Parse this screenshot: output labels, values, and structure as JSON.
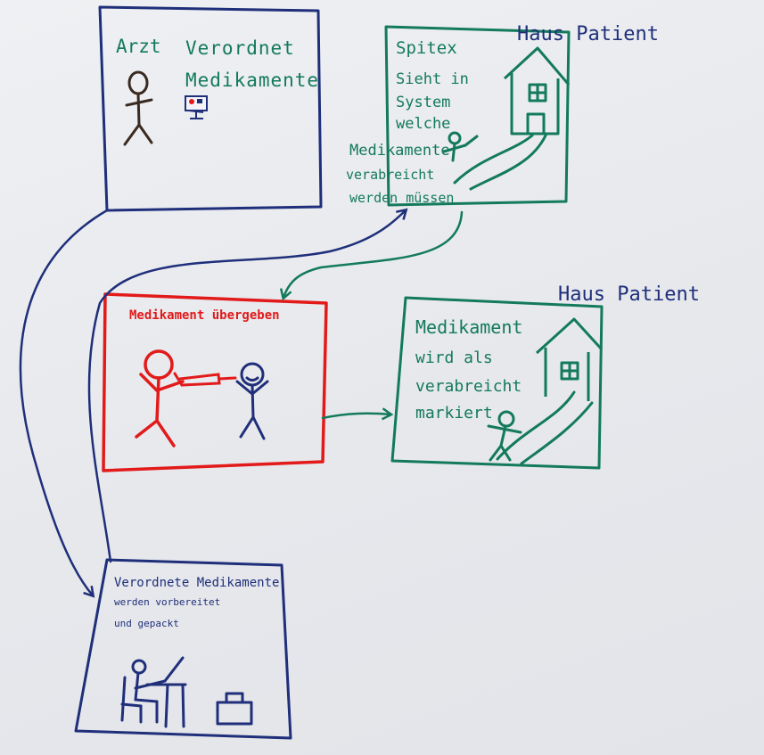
{
  "panels": {
    "arzt": {
      "person_label": "Arzt",
      "action_line1": "Verordnet",
      "action_line2": "Medikamente"
    },
    "spitex": {
      "house_label": "Haus Patient",
      "line1": "Spitex",
      "line2": "Sieht in",
      "line3": "System",
      "line4": "welche",
      "line5": "Medikamente",
      "line6": "verabreicht",
      "line7": "werden müssen"
    },
    "uebergeben": {
      "title": "Medikament übergeben"
    },
    "markiert": {
      "house_label": "Haus Patient",
      "line1": "Medikament",
      "line2": "wird als",
      "line3": "verabreicht",
      "line4": "markiert"
    },
    "vorbereitet": {
      "line1": "Verordnete Medikamente",
      "line2": "werden vorbereitet",
      "line3": "und gepackt"
    }
  },
  "colors": {
    "navy": "#1f2f7a",
    "green": "#137a5a",
    "red": "#e21a1a",
    "board": "#e9eaee"
  },
  "icons": [
    "stick-figure-icon",
    "computer-monitor-icon",
    "house-icon",
    "syringe-icon",
    "desk-icon",
    "bag-icon",
    "path-icon"
  ]
}
